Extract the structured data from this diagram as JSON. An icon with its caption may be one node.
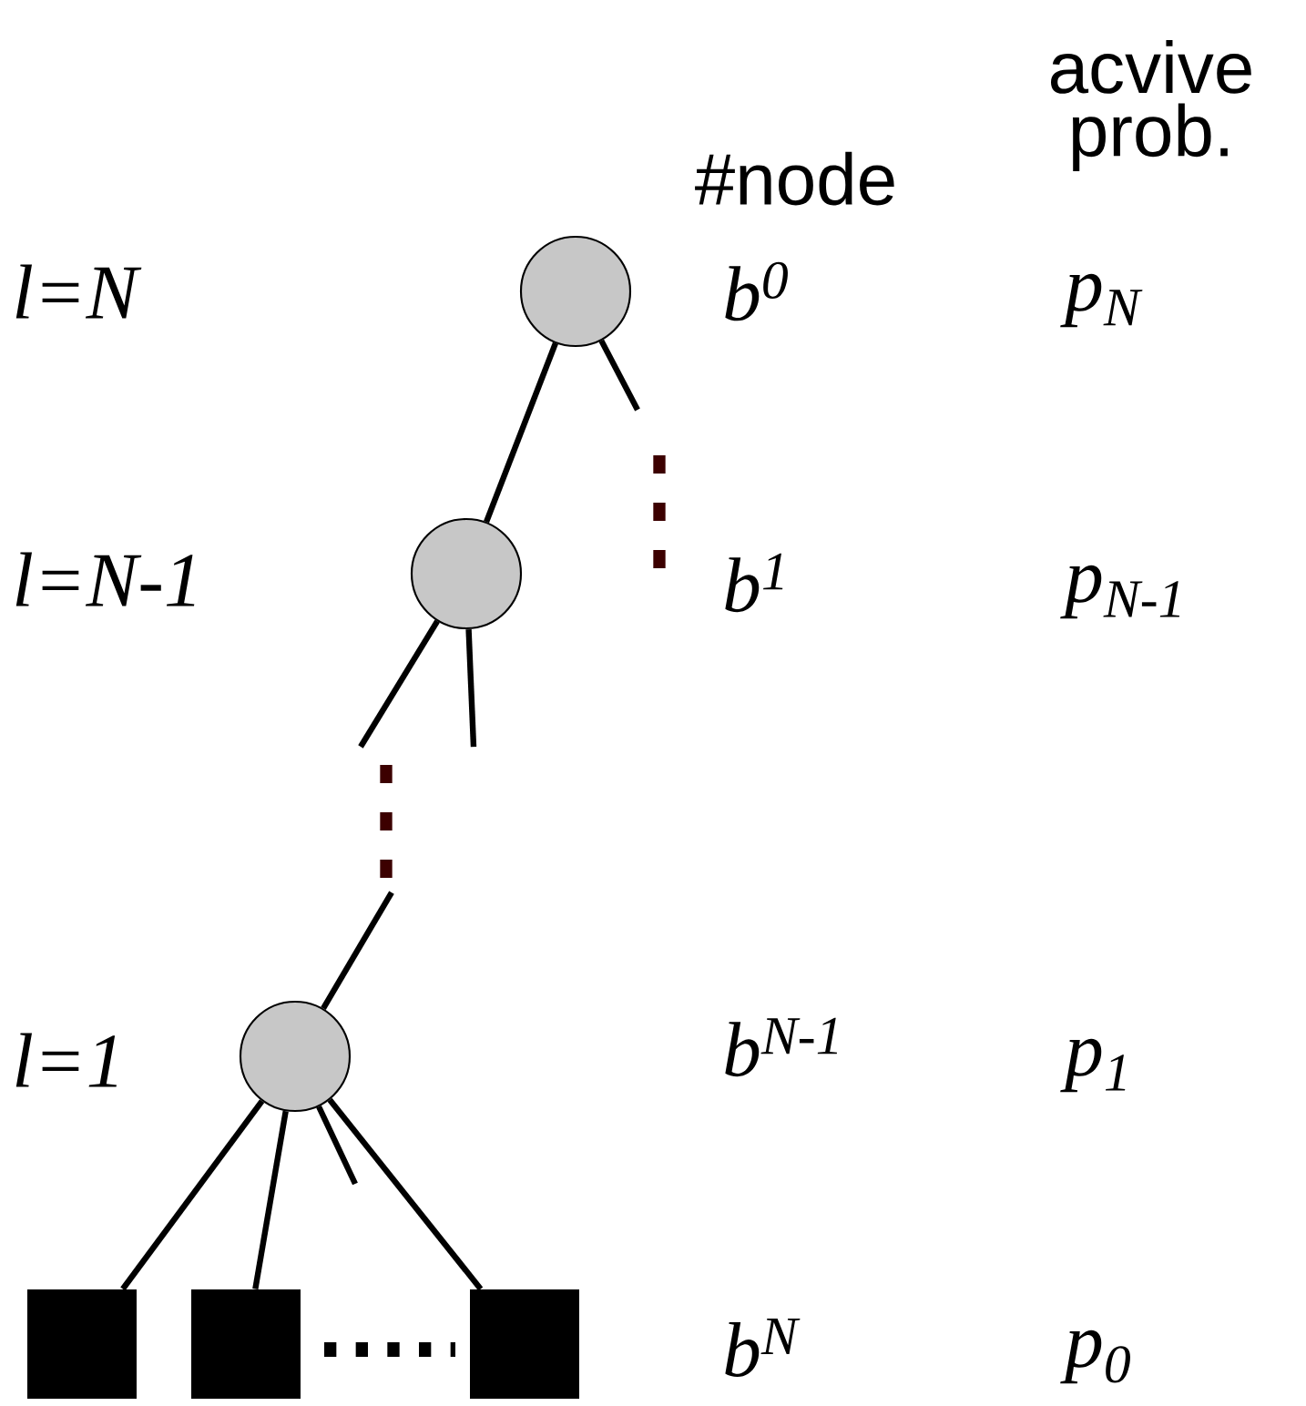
{
  "diagram": {
    "nodes": [
      {
        "text": [],
        "shape": "circle"
      },
      {
        "text": [],
        "shape": "circle"
      },
      {
        "text": [],
        "shape": "circle"
      },
      {
        "text": [],
        "shape": "box"
      },
      {
        "text": [],
        "shape": "box"
      },
      {
        "text": [],
        "shape": "box"
      }
    ],
    "edges": [
      {
        "from": 0,
        "to": 1,
        "arrow": "none"
      },
      {
        "from": 0,
        "to": null,
        "arrow": "none"
      },
      {
        "from": 1,
        "to": null,
        "arrow": "none"
      },
      {
        "from": 1,
        "to": null,
        "arrow": "none"
      },
      {
        "from": null,
        "to": 2,
        "arrow": "none"
      },
      {
        "from": 2,
        "to": 3,
        "arrow": "none"
      },
      {
        "from": 2,
        "to": 4,
        "arrow": "none"
      },
      {
        "from": 2,
        "to": null,
        "arrow": "none"
      },
      {
        "from": 2,
        "to": 5,
        "arrow": "none"
      }
    ],
    "labels": [
      "acvive prob.",
      "#node",
      "l=N",
      "b$^{0}$",
      "p$_{N}$",
      "l=N-1",
      "b$^{1}$",
      "p$_{N-1}$",
      "l=1",
      "b$^{N-1}$",
      "p$_{1}$",
      "b$^{N}$",
      "p$_{0}$"
    ]
  }
}
